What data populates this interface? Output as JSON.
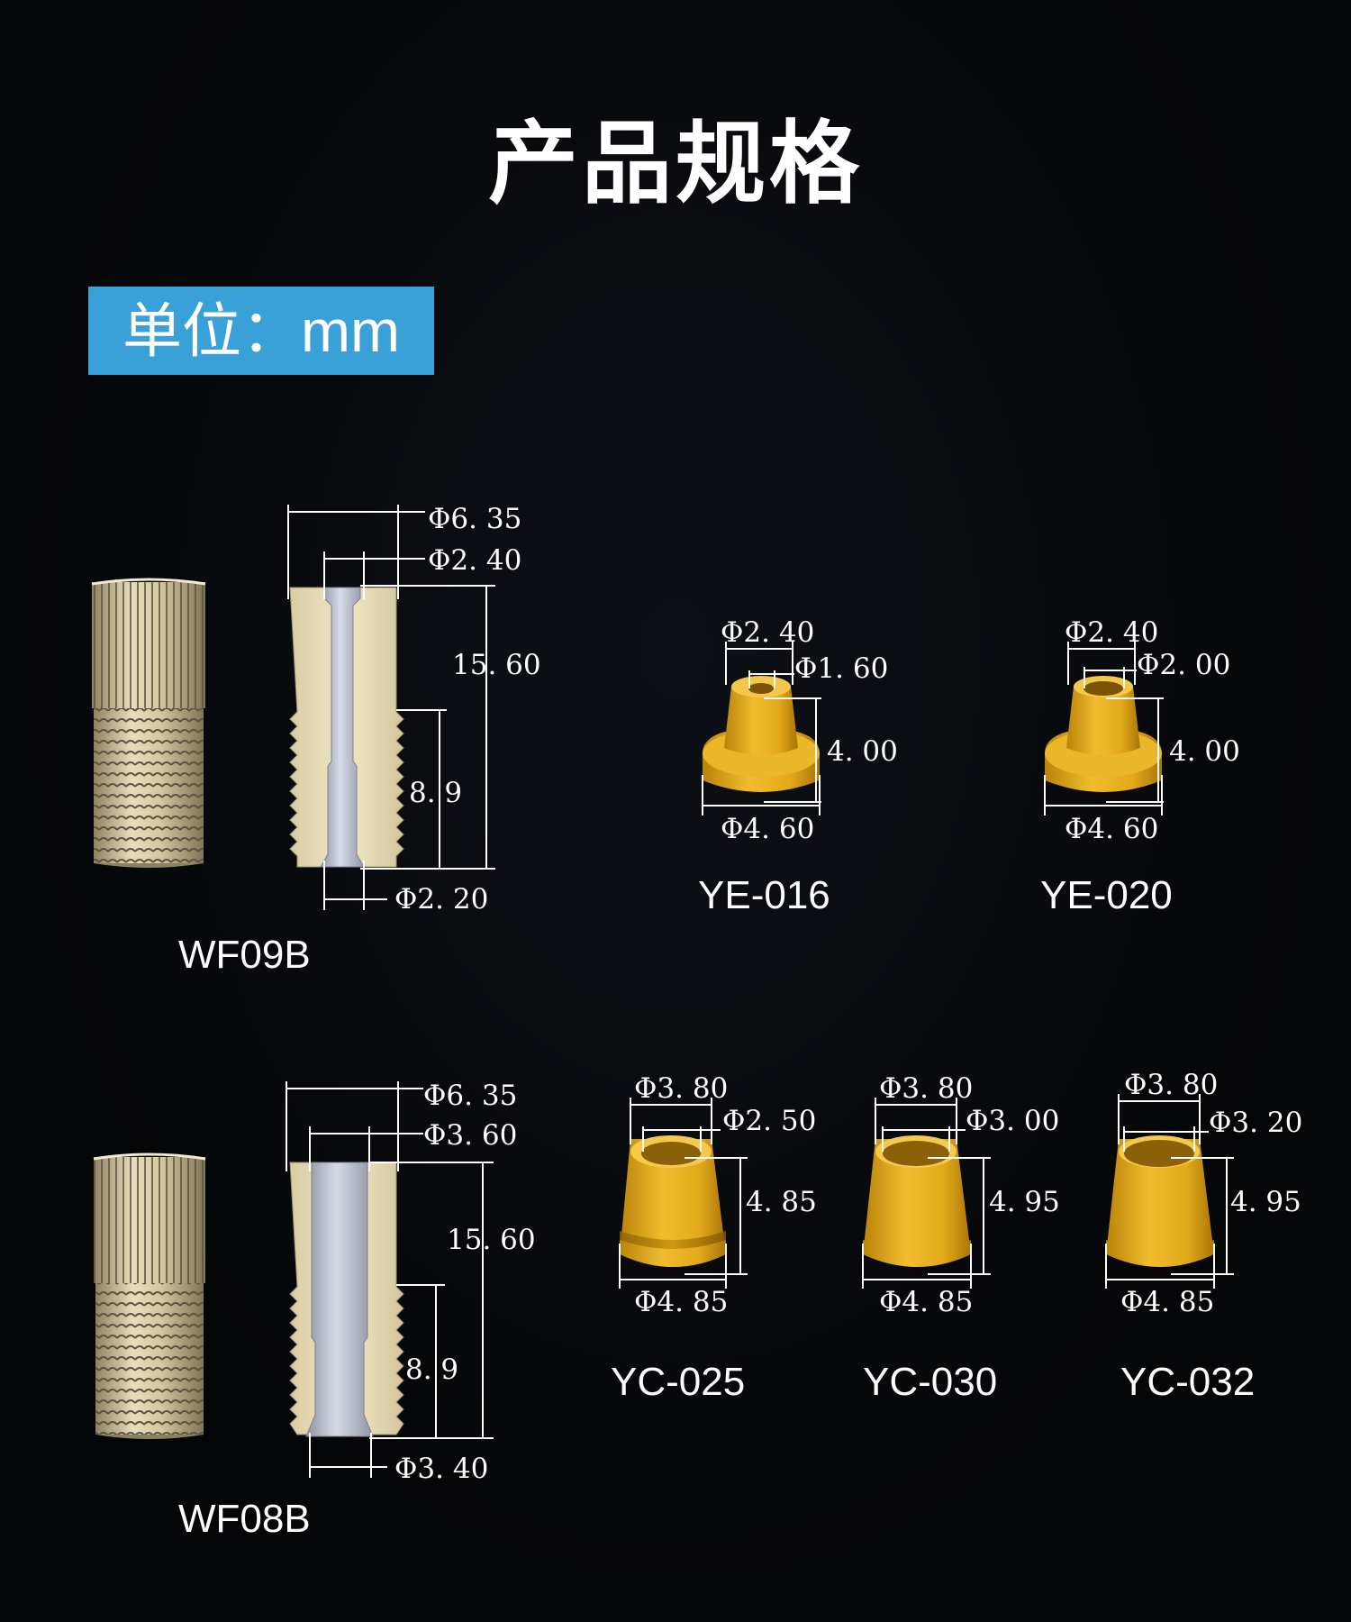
{
  "title": "产品规格",
  "unit_label": "单位：mm",
  "colors": {
    "badge": "#3aa0d8",
    "ferrule": "#e2ac1e",
    "body": "#e3d7b0",
    "bore": "#b0b5c4",
    "background": "#050608"
  },
  "parts": {
    "wf09b": {
      "model": "WF09B",
      "outer_dia": "Φ6. 35",
      "bore_dia": "Φ2. 40",
      "length": "15. 60",
      "thread_length": "8. 9",
      "tip_dia": "Φ2. 20"
    },
    "ye016": {
      "model": "YE-016",
      "top_dia": "Φ2. 40",
      "inner_dia": "Φ1. 60",
      "height": "4. 00",
      "base_dia": "Φ4. 60"
    },
    "ye020": {
      "model": "YE-020",
      "top_dia": "Φ2. 40",
      "inner_dia": "Φ2. 00",
      "height": "4. 00",
      "base_dia": "Φ4. 60"
    },
    "wf08b": {
      "model": "WF08B",
      "outer_dia": "Φ6. 35",
      "bore_dia": "Φ3. 60",
      "length": "15. 60",
      "thread_length": "8. 9",
      "tip_dia": "Φ3. 40"
    },
    "yc025": {
      "model": "YC-025",
      "top_dia": "Φ3. 80",
      "inner_dia": "Φ2. 50",
      "height": "4. 85",
      "base_dia": "Φ4. 85"
    },
    "yc030": {
      "model": "YC-030",
      "top_dia": "Φ3. 80",
      "inner_dia": "Φ3. 00",
      "height": "4. 95",
      "base_dia": "Φ4. 85"
    },
    "yc032": {
      "model": "YC-032",
      "top_dia": "Φ3. 80",
      "inner_dia": "Φ3. 20",
      "height": "4. 95",
      "base_dia": "Φ4. 85"
    }
  }
}
